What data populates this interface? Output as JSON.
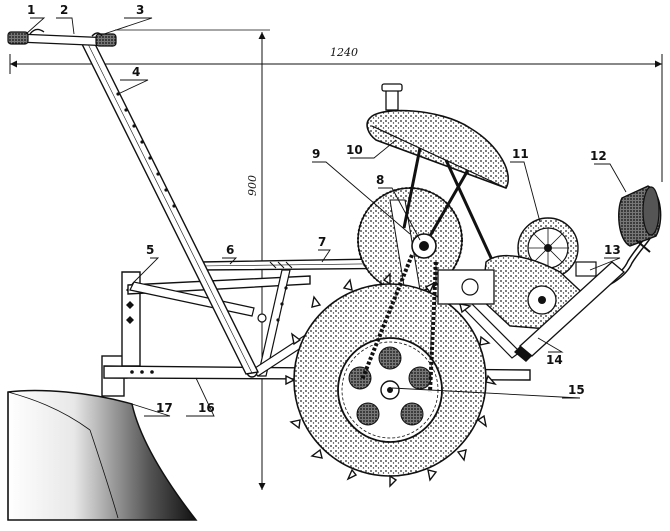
{
  "dimensions": {
    "length": "1240",
    "height": "900"
  },
  "callouts": [
    {
      "id": "c1",
      "text": "1"
    },
    {
      "id": "c2",
      "text": "2"
    },
    {
      "id": "c3",
      "text": "3"
    },
    {
      "id": "c4",
      "text": "4"
    },
    {
      "id": "c5",
      "text": "5"
    },
    {
      "id": "c6",
      "text": "6"
    },
    {
      "id": "c7",
      "text": "7"
    },
    {
      "id": "c8",
      "text": "8"
    },
    {
      "id": "c9",
      "text": "9"
    },
    {
      "id": "c10",
      "text": "10"
    },
    {
      "id": "c11",
      "text": "11"
    },
    {
      "id": "c12",
      "text": "12"
    },
    {
      "id": "c13",
      "text": "13"
    },
    {
      "id": "c14",
      "text": "14"
    },
    {
      "id": "c15",
      "text": "15"
    },
    {
      "id": "c16",
      "text": "16"
    },
    {
      "id": "c17",
      "text": "17"
    }
  ]
}
